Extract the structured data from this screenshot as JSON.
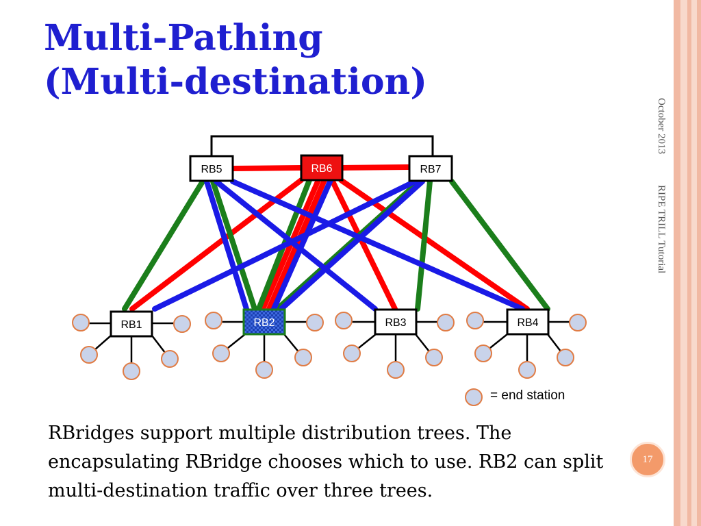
{
  "slide": {
    "title_line1": "Multi-Pathing",
    "title_line2": "(Multi-destination)",
    "side_date": "October 2013",
    "side_title": "RIPE TRILL Tutorial",
    "page_number": "17",
    "body_text": "RBridges support multiple distribution trees. The encapsulating RBridge chooses which to use. RB2 can split multi-destination traffic over three trees."
  },
  "diagram": {
    "top_nodes": [
      "RB5",
      "RB6",
      "RB7"
    ],
    "edge_nodes": [
      "RB1",
      "RB2",
      "RB3",
      "RB4"
    ],
    "legend_label": "= end station"
  },
  "colors": {
    "title": "#1f1fd0",
    "tree_red": "#ff0000",
    "tree_green": "#1b7e1b",
    "tree_blue": "#1a1ae6",
    "rb6_fill": "#ee1111",
    "rb2_fill": "#1a3fb0",
    "end_station": "#c9d3ea",
    "accent": "#f39a6a"
  }
}
